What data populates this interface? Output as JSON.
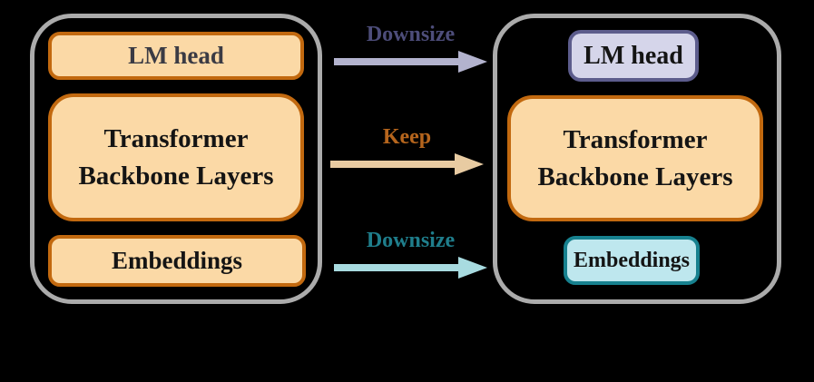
{
  "canvas": {
    "background_color": "#000000",
    "container_border_color": "#ABABAB"
  },
  "left_model": {
    "blocks": [
      {
        "label": "LM head",
        "fill": "#FBD9A6",
        "border": "#C2690F"
      },
      {
        "label": "Transformer Backbone Layers",
        "fill": "#FBD9A6",
        "border": "#C2690F"
      },
      {
        "label": "Embeddings",
        "fill": "#FBD9A6",
        "border": "#C2690F"
      }
    ]
  },
  "right_model": {
    "blocks": [
      {
        "label": "LM head",
        "fill": "#D5D5EA",
        "border": "#5C5C8C"
      },
      {
        "label": "Transformer Backbone Layers",
        "fill": "#FBD9A6",
        "border": "#C2690F"
      },
      {
        "label": "Embeddings",
        "fill": "#BEE7EE",
        "border": "#17818F"
      }
    ]
  },
  "arrows": [
    {
      "label": "Downsize",
      "label_color": "#4D4D7A",
      "arrow_color": "#B3B3CE"
    },
    {
      "label": "Keep",
      "label_color": "#B5651D",
      "arrow_color": "#E8CBA2"
    },
    {
      "label": "Downsize",
      "label_color": "#1F7E8C",
      "arrow_color": "#A8DBE0"
    }
  ]
}
